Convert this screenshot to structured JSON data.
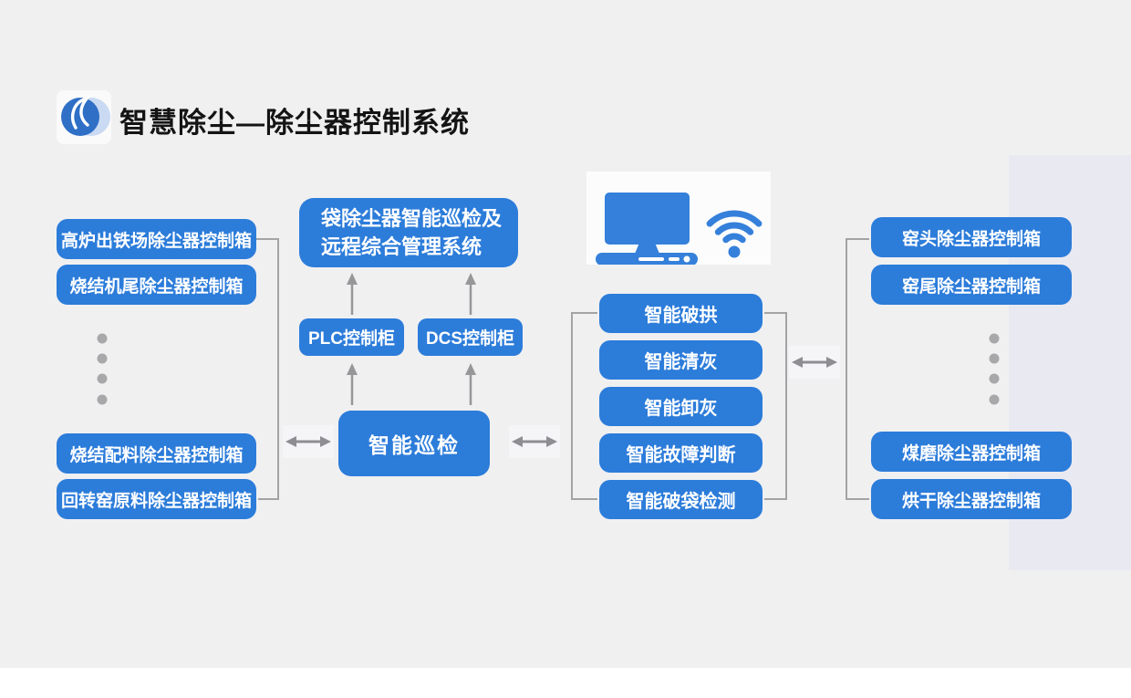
{
  "header": {
    "title": "智慧除尘—除尘器控制系统",
    "logo_icon": "swirl-logo-icon"
  },
  "left_column": {
    "items_top": [
      "高炉出铁场除尘器控制箱",
      "烧结机尾除尘器控制箱"
    ],
    "ellipsis_dots": 4,
    "items_bottom": [
      "烧结配料除尘器控制箱",
      "回转窑原料除尘器控制箱"
    ]
  },
  "center": {
    "management_system_line1": "袋除尘器智能巡检及",
    "management_system_line2": "远程综合管理系统",
    "plc_label": "PLC控制柜",
    "dcs_label": "DCS控制柜",
    "inspection_label": "智能巡检"
  },
  "function_column": {
    "items": [
      "智能破拱",
      "智能清灰",
      "智能卸灰",
      "智能故障判断",
      "智能破袋检测"
    ]
  },
  "right_column": {
    "items_top": [
      "窑头除尘器控制箱",
      "窑尾除尘器控制箱"
    ],
    "ellipsis_dots": 4,
    "items_bottom": [
      "煤磨除尘器控制箱",
      "烘干除尘器控制箱"
    ]
  },
  "icons": [
    "computer-icon",
    "wifi-icon"
  ],
  "colors": {
    "box_blue": "#2c7cda",
    "icon_blue": "#3580da",
    "background_gray": "#f0f0f1",
    "side_panel_lavender": "#e9eaf1",
    "connector_gray": "#a3a3a5",
    "arrow_gray": "#8e8e92",
    "dot_gray": "#a8a8aa"
  }
}
